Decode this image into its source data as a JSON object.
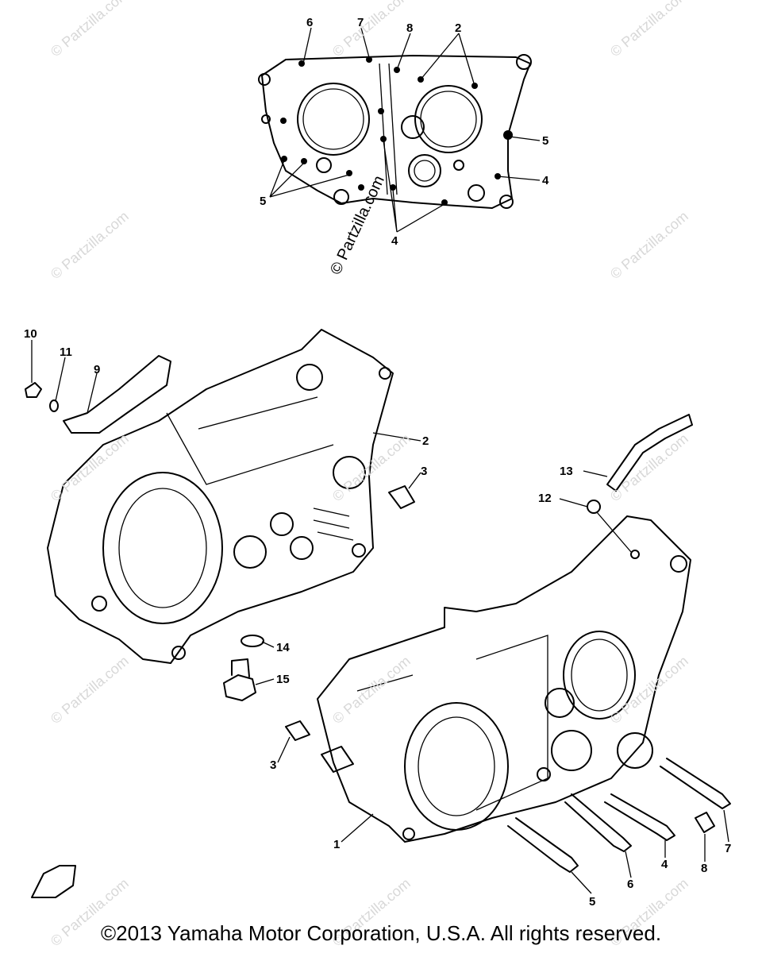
{
  "copyright": "©2013  Yamaha Motor Corporation, U.S.A. All rights reserved.",
  "watermark": "© Partzilla.com",
  "center_watermark": "© Partzilla.com",
  "callouts": {
    "top": [
      "6",
      "7",
      "8",
      "2",
      "5",
      "4",
      "5",
      "4"
    ],
    "main": [
      "10",
      "11",
      "9",
      "2",
      "3",
      "13",
      "12",
      "14",
      "15",
      "3",
      "1",
      "5",
      "6",
      "4",
      "8",
      "7"
    ]
  }
}
